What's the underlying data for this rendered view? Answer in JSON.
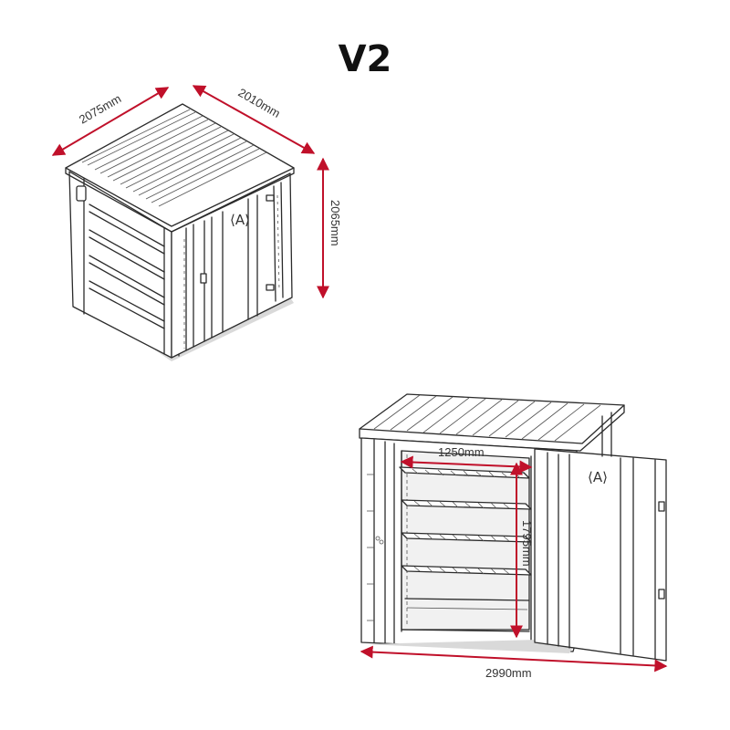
{
  "title": "V2",
  "dimensions": {
    "width_top": "2075mm",
    "depth_top": "2010mm",
    "height_top": "2065mm",
    "inner_width": "1250mm",
    "inner_height": "1795mm",
    "overall_width": "2990mm"
  },
  "colors": {
    "dimension_line": "#c0102a",
    "outline": "#2b2b2b"
  },
  "icons": [
    "logo-emblem-icon",
    "dimension-arrow-icon"
  ]
}
